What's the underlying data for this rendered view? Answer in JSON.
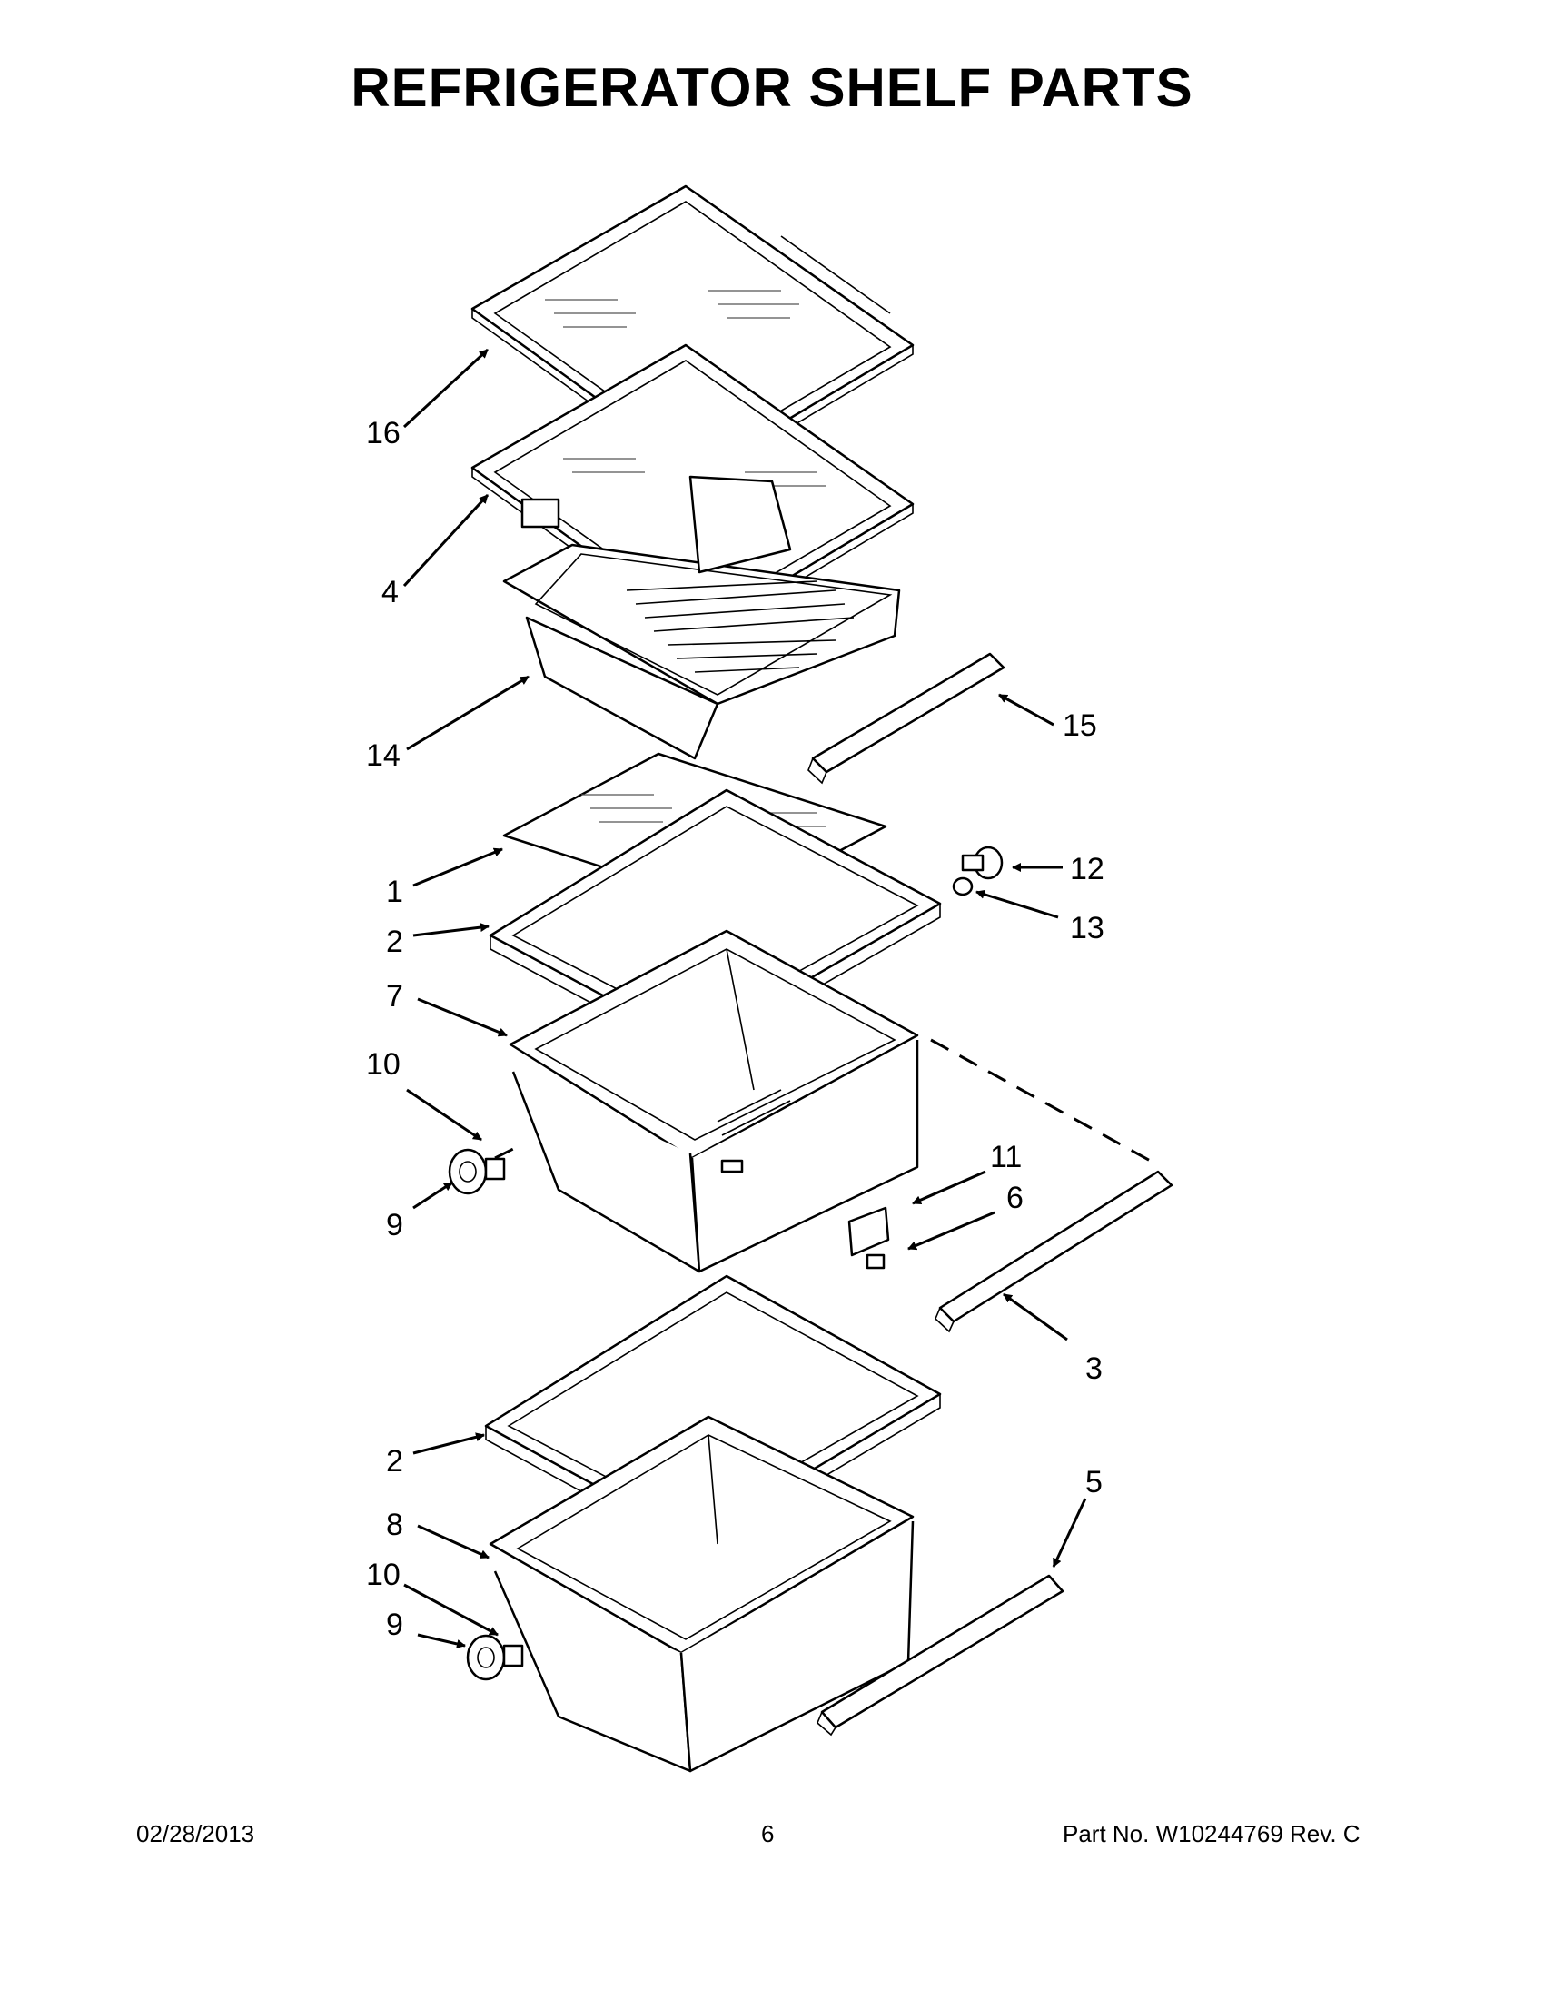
{
  "title": "REFRIGERATOR SHELF PARTS",
  "callouts": {
    "c16": "16",
    "c4": "4",
    "c14": "14",
    "c15": "15",
    "c1": "1",
    "c2a": "2",
    "c12": "12",
    "c13": "13",
    "c7": "7",
    "c10a": "10",
    "c9a": "9",
    "c11": "11",
    "c6": "6",
    "c3": "3",
    "c2b": "2",
    "c5": "5",
    "c8": "8",
    "c10b": "10",
    "c9b": "9"
  },
  "footer": {
    "date": "02/28/2013",
    "page": "6",
    "part_info": "Part No.  W10244769  Rev.  C"
  }
}
